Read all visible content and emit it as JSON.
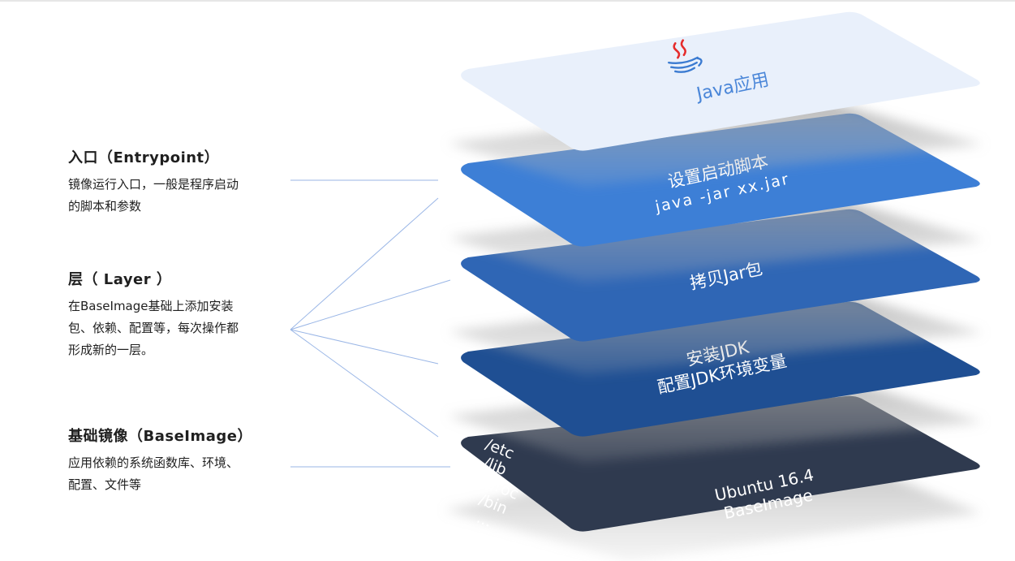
{
  "annotations": [
    {
      "title": "入口（Entrypoint）",
      "lines": [
        "镜像运行入口，一般是程序启动",
        "的脚本和参数"
      ]
    },
    {
      "title": "层（ Layer ）",
      "lines": [
        "在BaseImage基础上添加安装",
        "包、依赖、配置等，每次操作都",
        "形成新的一层。"
      ]
    },
    {
      "title": "基础镜像（BaseImage）",
      "lines": [
        "应用依赖的系统函数库、环境、",
        "配置、文件等"
      ]
    }
  ],
  "layers": [
    {
      "id": "app",
      "lines": [
        "Java应用"
      ],
      "color": "#e9f0fb",
      "text_color": "#4a86d8"
    },
    {
      "id": "startup",
      "lines": [
        "设置启动脚本",
        "java -jar xx.jar"
      ],
      "color": "#3d7fd6",
      "text_color": "#ffffff"
    },
    {
      "id": "copy",
      "lines": [
        "拷贝Jar包"
      ],
      "color": "#2f66b5",
      "text_color": "#ffffff"
    },
    {
      "id": "jdk",
      "lines": [
        "安装JDK",
        "配置JDK环境变量"
      ],
      "color": "#1f4f93",
      "text_color": "#ffffff"
    },
    {
      "id": "base",
      "lines": [
        "Ubuntu 16.4",
        "BaseImage"
      ],
      "dirs": [
        "/etc",
        "/lib",
        "/proc",
        "/bin",
        "..."
      ],
      "color": "#2f3a4f",
      "text_color": "#ffffff"
    }
  ],
  "colors": {
    "connector": "#9ab6e6",
    "java_cup": "#3b7bd1",
    "java_steam": "#e52b2b"
  },
  "icons": {
    "app_logo": "java-logo-icon"
  }
}
